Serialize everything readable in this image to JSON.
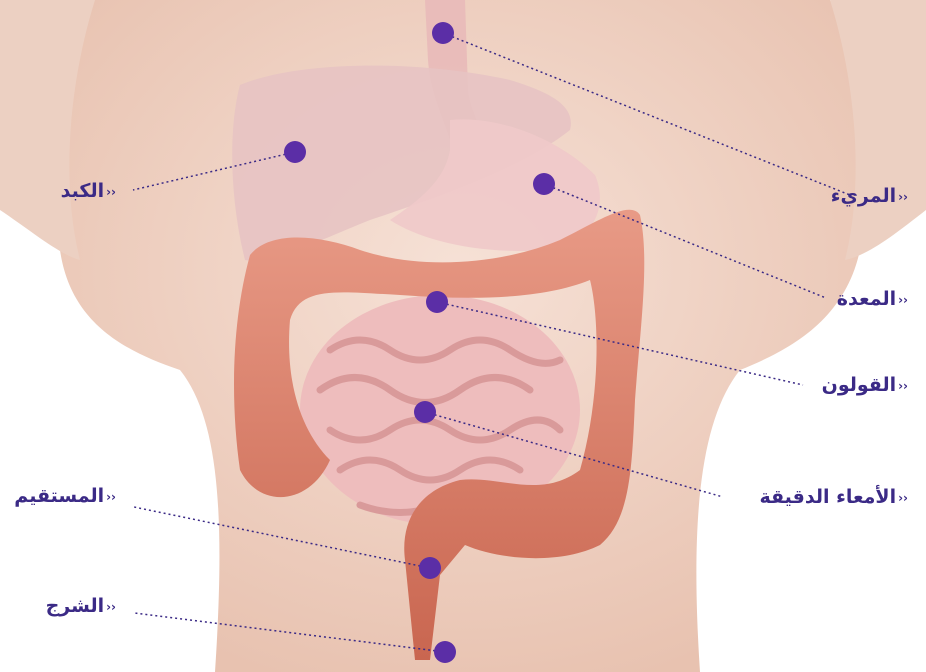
{
  "diagram": {
    "arrow_glyph": "‹‹",
    "labels": {
      "esophagus": "المريء",
      "stomach": "المعدة",
      "colon": "القولون",
      "small_intestine": "الأمعاء الدقيقة",
      "liver": "الكبد",
      "rectum": "المستقيم",
      "anus": "الشرج"
    },
    "colors": {
      "label_text": "#3b2a86",
      "marker": "#5b2ea6",
      "leader_line": "#3b2a86",
      "skin": "#f3d9cc",
      "intestine": "#d8806d",
      "small_intestine": "#ecb3b3",
      "liver_stomach": "#e9c6c6"
    }
  }
}
